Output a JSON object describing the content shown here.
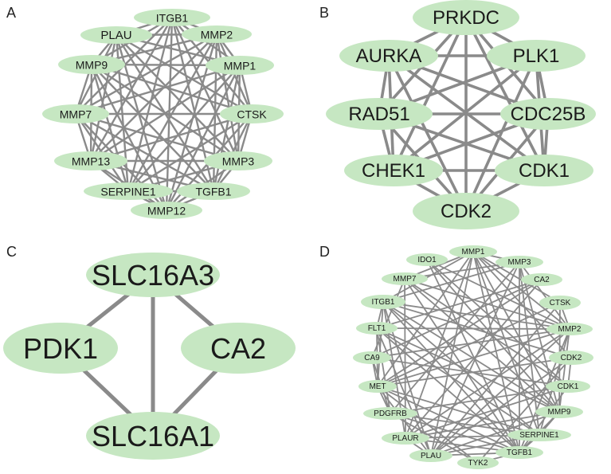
{
  "panels": [
    {
      "letter": "A",
      "nodes": [
        "ITGB1",
        "PLAU",
        "MMP2",
        "MMP9",
        "MMP1",
        "MMP7",
        "CTSK",
        "MMP13",
        "MMP3",
        "SERPINE1",
        "TGFB1",
        "MMP12"
      ],
      "edges": "all-pairs"
    },
    {
      "letter": "B",
      "nodes": [
        "PRKDC",
        "AURKA",
        "PLK1",
        "RAD51",
        "CDC25B",
        "CHEK1",
        "CDK1",
        "CDK2"
      ],
      "edges": "all-pairs"
    },
    {
      "letter": "C",
      "nodes": [
        "SLC16A3",
        "PDK1",
        "CA2",
        "SLC16A1"
      ],
      "edges": [
        [
          "SLC16A3",
          "PDK1"
        ],
        [
          "SLC16A3",
          "CA2"
        ],
        [
          "SLC16A3",
          "SLC16A1"
        ],
        [
          "PDK1",
          "SLC16A1"
        ],
        [
          "CA2",
          "SLC16A1"
        ]
      ]
    },
    {
      "letter": "D",
      "nodes": [
        "MMP1",
        "IDO1",
        "MMP3",
        "MMP7",
        "CA2",
        "ITGB1",
        "CTSK",
        "FLT1",
        "MMP2",
        "CA9",
        "CDK2",
        "MET",
        "CDK1",
        "PDGFRB",
        "MMP9",
        "PLAUR",
        "SERPINE1",
        "PLAU",
        "TGFB1",
        "TYK2"
      ],
      "edges": [
        [
          "MMP1",
          "MMP3"
        ],
        [
          "MMP1",
          "MMP7"
        ],
        [
          "MMP1",
          "ITGB1"
        ],
        [
          "MMP1",
          "MMP2"
        ],
        [
          "MMP1",
          "MMP9"
        ],
        [
          "MMP1",
          "PLAU"
        ],
        [
          "MMP1",
          "PLAUR"
        ],
        [
          "MMP1",
          "SERPINE1"
        ],
        [
          "MMP1",
          "TGFB1"
        ],
        [
          "MMP1",
          "CTSK"
        ],
        [
          "MMP1",
          "MET"
        ],
        [
          "MMP1",
          "CDK2"
        ],
        [
          "IDO1",
          "MMP2"
        ],
        [
          "IDO1",
          "TGFB1"
        ],
        [
          "IDO1",
          "MMP9"
        ],
        [
          "IDO1",
          "CDK1"
        ],
        [
          "MMP3",
          "MMP7"
        ],
        [
          "MMP3",
          "MMP2"
        ],
        [
          "MMP3",
          "MMP9"
        ],
        [
          "MMP3",
          "PLAU"
        ],
        [
          "MMP3",
          "TGFB1"
        ],
        [
          "MMP3",
          "ITGB1"
        ],
        [
          "MMP3",
          "SERPINE1"
        ],
        [
          "MMP3",
          "PDGFRB"
        ],
        [
          "MMP7",
          "MMP2"
        ],
        [
          "MMP7",
          "MMP9"
        ],
        [
          "MMP7",
          "CA9"
        ],
        [
          "MMP7",
          "TGFB1"
        ],
        [
          "MMP7",
          "CDK1"
        ],
        [
          "MMP7",
          "PLAUR"
        ],
        [
          "CA2",
          "CA9"
        ],
        [
          "CA2",
          "FLT1"
        ],
        [
          "CA2",
          "MET"
        ],
        [
          "CA2",
          "PLAUR"
        ],
        [
          "ITGB1",
          "MMP2"
        ],
        [
          "ITGB1",
          "MMP9"
        ],
        [
          "ITGB1",
          "PLAU"
        ],
        [
          "ITGB1",
          "PLAUR"
        ],
        [
          "ITGB1",
          "TGFB1"
        ],
        [
          "ITGB1",
          "FLT1"
        ],
        [
          "ITGB1",
          "MET"
        ],
        [
          "ITGB1",
          "CDK2"
        ],
        [
          "ITGB1",
          "SERPINE1"
        ],
        [
          "CTSK",
          "MMP9"
        ],
        [
          "CTSK",
          "MMP2"
        ],
        [
          "CTSK",
          "MET"
        ],
        [
          "CTSK",
          "PLAU"
        ],
        [
          "FLT1",
          "MMP2"
        ],
        [
          "FLT1",
          "MMP9"
        ],
        [
          "FLT1",
          "MET"
        ],
        [
          "FLT1",
          "PDGFRB"
        ],
        [
          "FLT1",
          "TGFB1"
        ],
        [
          "FLT1",
          "PLAU"
        ],
        [
          "FLT1",
          "SERPINE1"
        ],
        [
          "MMP2",
          "MMP9"
        ],
        [
          "MMP2",
          "PLAU"
        ],
        [
          "MMP2",
          "TGFB1"
        ],
        [
          "MMP2",
          "SERPINE1"
        ],
        [
          "MMP2",
          "MET"
        ],
        [
          "MMP2",
          "PLAUR"
        ],
        [
          "MMP2",
          "CA9"
        ],
        [
          "CA9",
          "PDGFRB"
        ],
        [
          "CA9",
          "MET"
        ],
        [
          "CA9",
          "CDK1"
        ],
        [
          "CDK2",
          "CDK1"
        ],
        [
          "CDK2",
          "PLAU"
        ],
        [
          "CDK2",
          "TYK2"
        ],
        [
          "CDK2",
          "MET"
        ],
        [
          "MET",
          "PDGFRB"
        ],
        [
          "MET",
          "PLAU"
        ],
        [
          "MET",
          "TGFB1"
        ],
        [
          "MET",
          "TYK2"
        ],
        [
          "MET",
          "SERPINE1"
        ],
        [
          "CDK1",
          "PDGFRB"
        ],
        [
          "CDK1",
          "TGFB1"
        ],
        [
          "CDK1",
          "PLAUR"
        ],
        [
          "PDGFRB",
          "TGFB1"
        ],
        [
          "PDGFRB",
          "TYK2"
        ],
        [
          "PDGFRB",
          "SERPINE1"
        ],
        [
          "MMP9",
          "PLAU"
        ],
        [
          "MMP9",
          "PLAUR"
        ],
        [
          "MMP9",
          "SERPINE1"
        ],
        [
          "MMP9",
          "TGFB1"
        ],
        [
          "PLAUR",
          "PLAU"
        ],
        [
          "PLAUR",
          "SERPINE1"
        ],
        [
          "PLAUR",
          "TGFB1"
        ],
        [
          "SERPINE1",
          "PLAU"
        ],
        [
          "SERPINE1",
          "TGFB1"
        ],
        [
          "PLAU",
          "TGFB1"
        ],
        [
          "TGFB1",
          "TYK2"
        ]
      ]
    }
  ],
  "colors": {
    "node": "#c6e7c2",
    "edge": "#8a8a8a",
    "text": "#1a1a1a"
  }
}
